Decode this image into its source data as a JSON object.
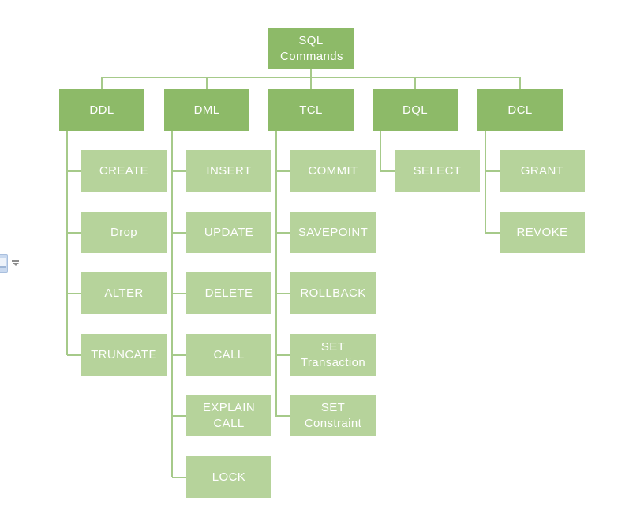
{
  "diagram": {
    "root": {
      "label": "SQL Commands"
    },
    "branches": [
      {
        "label": "DDL",
        "children": [
          "CREATE",
          "Drop",
          "ALTER",
          "TRUNCATE"
        ]
      },
      {
        "label": "DML",
        "children": [
          "INSERT",
          "UPDATE",
          "DELETE",
          "CALL",
          "EXPLAIN CALL",
          "LOCK"
        ]
      },
      {
        "label": "TCL",
        "children": [
          "COMMIT",
          "SAVEPOINT",
          "ROLLBACK",
          "SET Transaction",
          "SET Constraint"
        ]
      },
      {
        "label": "DQL",
        "children": [
          "SELECT"
        ]
      },
      {
        "label": "DCL",
        "children": [
          "GRANT",
          "REVOKE"
        ]
      }
    ],
    "colors": {
      "parent_fill": "#8DBA68",
      "child_fill": "#B6D39B",
      "connector": "#A6CA8A",
      "text": "#FFFFFF",
      "background": "#FFFFFF"
    }
  },
  "paste_options_button": {
    "icons": [
      "clipboard-icon",
      "chevron-down-icon"
    ]
  }
}
